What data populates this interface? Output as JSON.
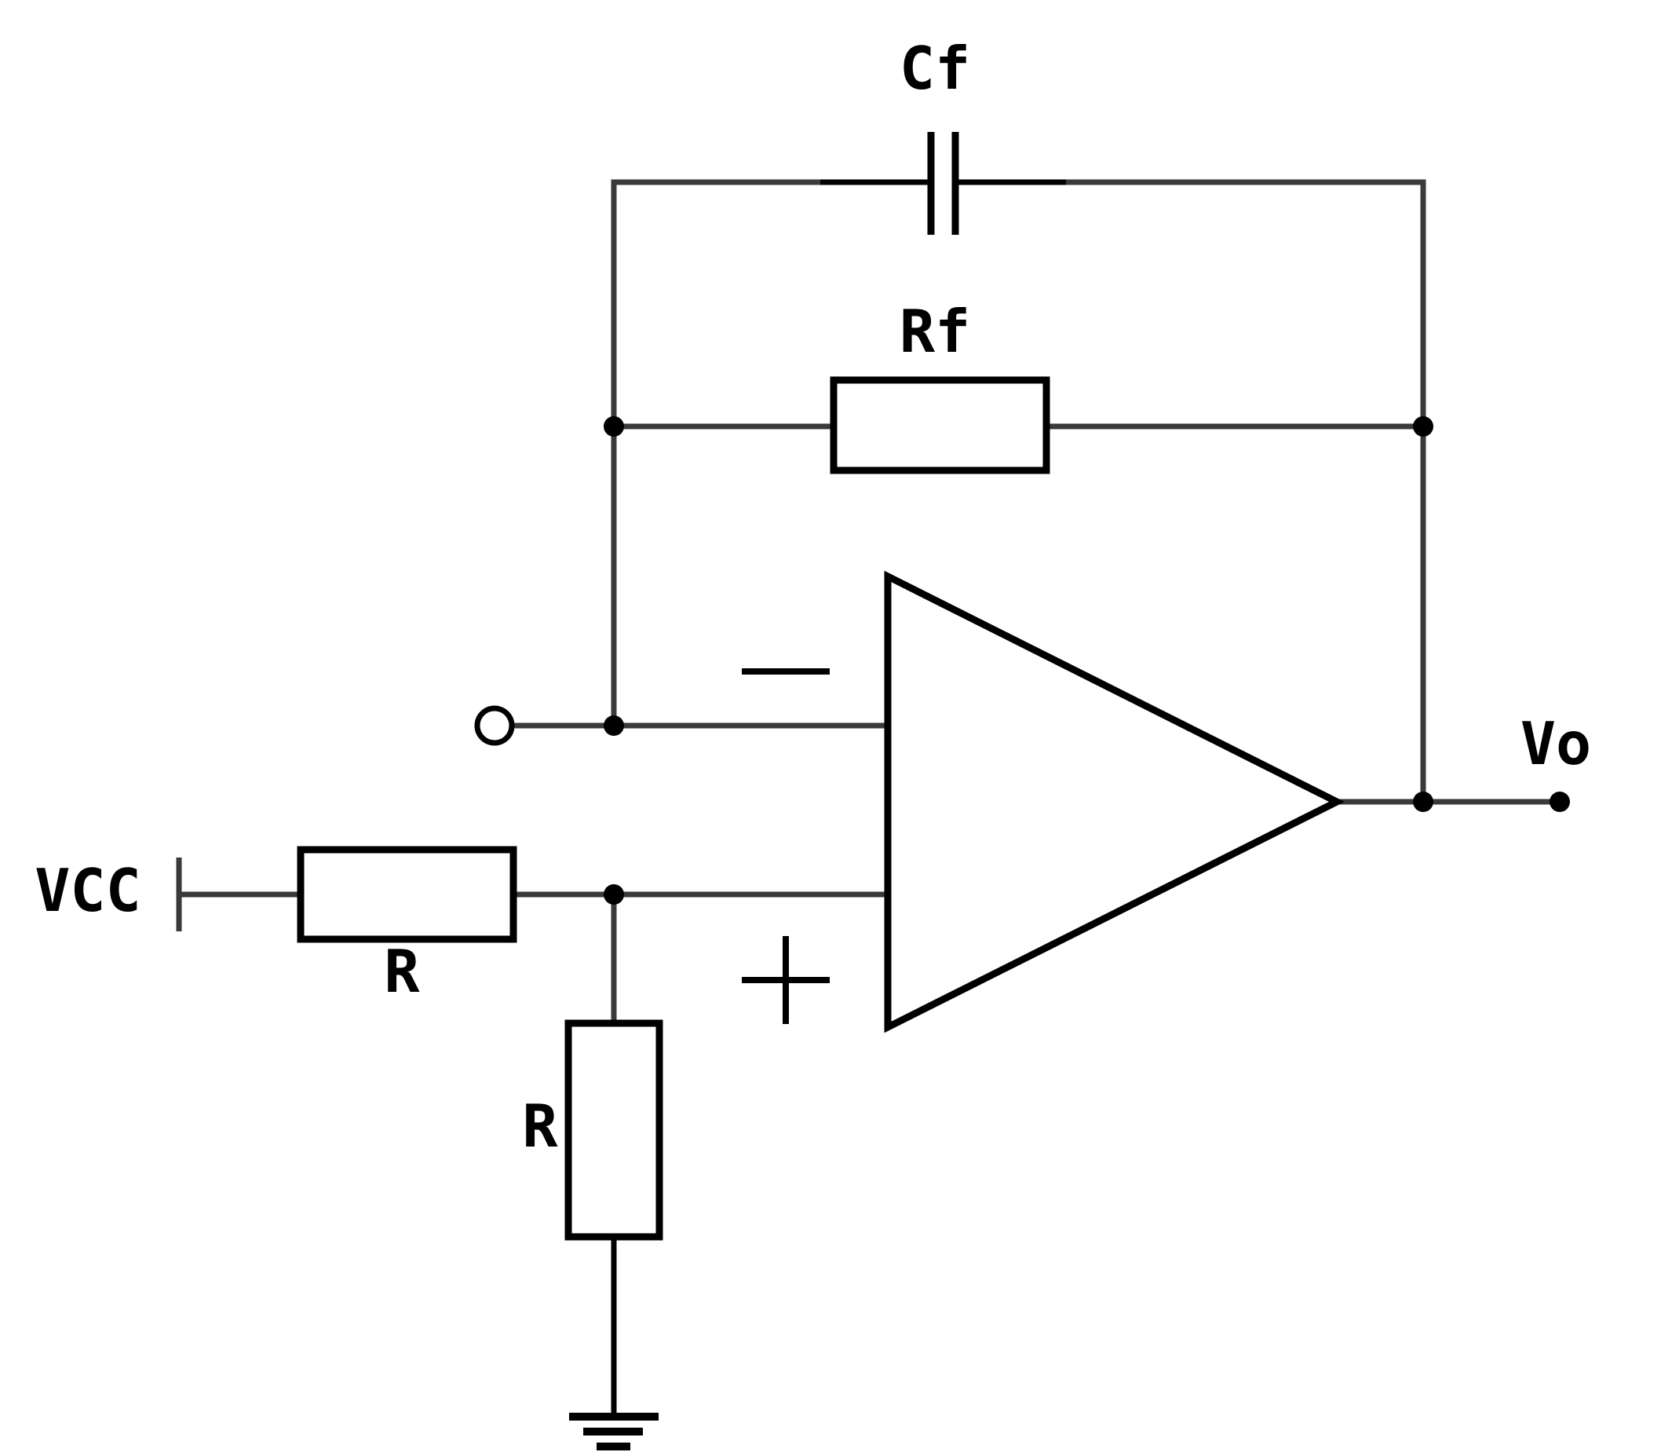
{
  "diagram": {
    "kind": "circuit-schematic",
    "labels": {
      "feedback_capacitor": "Cf",
      "feedback_resistor": "Rf",
      "output": "Vo",
      "supply": "VCC",
      "series_resistor": "R",
      "shunt_resistor": "R"
    },
    "symbols": {
      "opamp": "triangle-amplifier",
      "inverting_input": "minus-sign",
      "noninverting_input": "plus-sign",
      "input_terminal": "open-circle",
      "output_terminal": "filled-dot",
      "junctions": "filled-dot",
      "ground": "earth-ground-three-bars",
      "capacitor": "parallel-plates",
      "resistor": "rectangle-body",
      "vcc_terminal": "vertical-bar"
    },
    "colors": {
      "background": "#ffffff",
      "wire": "#3a3a3a",
      "component": "#000000",
      "text": "#000000"
    }
  }
}
